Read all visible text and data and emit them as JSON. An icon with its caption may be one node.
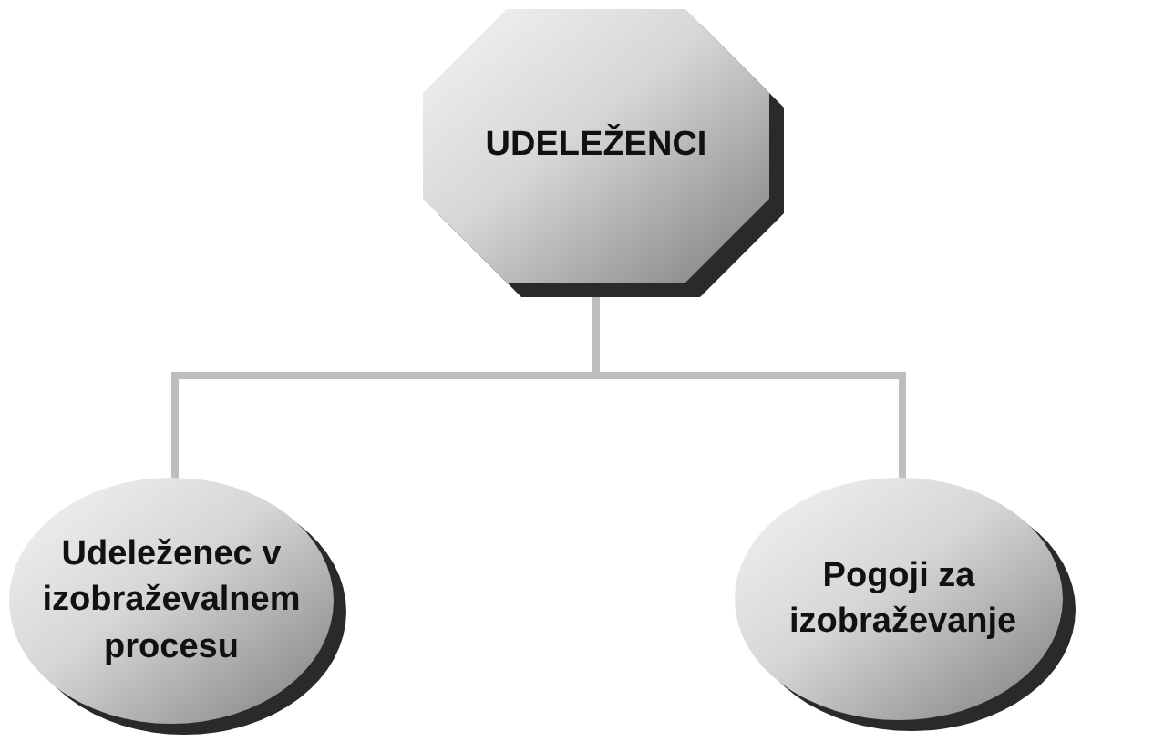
{
  "diagram": {
    "nodes": [
      {
        "text": [
          "UDELEŽENCI"
        ]
      },
      {
        "text": [
          "Udeleženec v izobraževalnem procesu"
        ]
      },
      {
        "text": [
          "Pogoji za izobraževanje"
        ]
      }
    ],
    "edges": [
      {
        "from": 0,
        "to": 1,
        "arrow": "none"
      },
      {
        "from": 0,
        "to": 2,
        "arrow": "none"
      }
    ]
  }
}
